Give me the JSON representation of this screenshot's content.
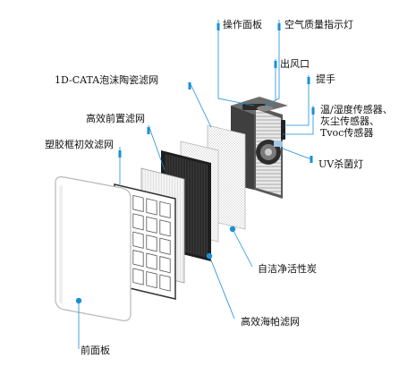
{
  "colors": {
    "leader": "#1a8fd8",
    "marker": "#1a8fd8",
    "text": "#111111",
    "housing": "#4a4a4a",
    "panel_edge": "#b8b8b8",
    "carbon": "#1e1e1e"
  },
  "labels": {
    "control_panel": "操作面板",
    "air_quality": "空气质量指示灯",
    "air_outlet": "出风口",
    "handle": "提手",
    "sensors": "温/湿度传感器、\n灰尘传感器、\nTvoc传感器",
    "uv_lamp": "UV杀菌灯",
    "cata_foam": "1D-CATA泡沫陶瓷滤网",
    "hepa_pre": "高效前置滤网",
    "plastic_pre": "塑胶框初效滤网",
    "carbon": "自洁净活性炭",
    "hepa": "高效海帕滤网",
    "front_panel": "前面板"
  }
}
